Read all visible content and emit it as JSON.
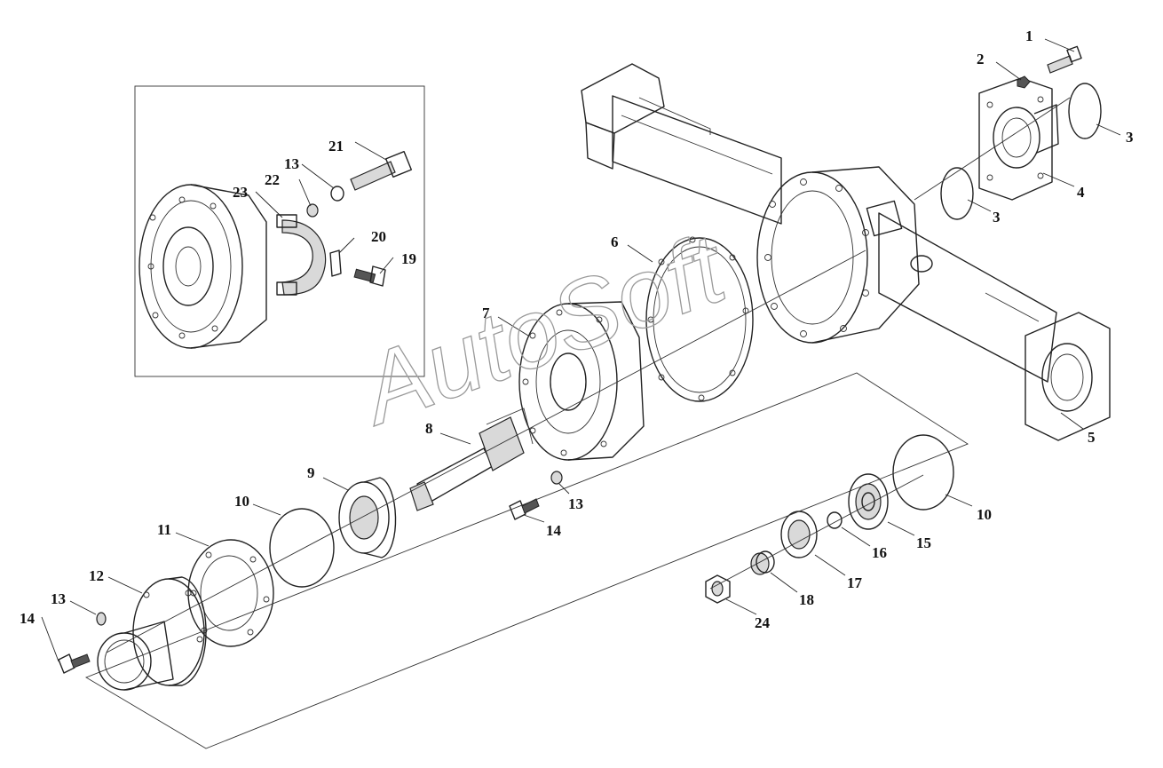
{
  "callouts": [
    {
      "id": "c1",
      "text": "1"
    },
    {
      "id": "c2",
      "text": "2"
    },
    {
      "id": "c3a",
      "text": "3"
    },
    {
      "id": "c3b",
      "text": "3"
    },
    {
      "id": "c4",
      "text": "4"
    },
    {
      "id": "c5",
      "text": "5"
    },
    {
      "id": "c6",
      "text": "6"
    },
    {
      "id": "c7",
      "text": "7"
    },
    {
      "id": "c8",
      "text": "8"
    },
    {
      "id": "c9",
      "text": "9"
    },
    {
      "id": "c10a",
      "text": "10"
    },
    {
      "id": "c10b",
      "text": "10"
    },
    {
      "id": "c11",
      "text": "11"
    },
    {
      "id": "c12",
      "text": "12"
    },
    {
      "id": "c13a",
      "text": "13"
    },
    {
      "id": "c13b",
      "text": "13"
    },
    {
      "id": "c13c",
      "text": "13"
    },
    {
      "id": "c14a",
      "text": "14"
    },
    {
      "id": "c14b",
      "text": "14"
    },
    {
      "id": "c15",
      "text": "15"
    },
    {
      "id": "c16",
      "text": "16"
    },
    {
      "id": "c17",
      "text": "17"
    },
    {
      "id": "c18",
      "text": "18"
    },
    {
      "id": "c19",
      "text": "19"
    },
    {
      "id": "c20",
      "text": "20"
    },
    {
      "id": "c21",
      "text": "21"
    },
    {
      "id": "c22",
      "text": "22"
    },
    {
      "id": "c23",
      "text": "23"
    },
    {
      "id": "c24",
      "text": "24"
    }
  ],
  "watermark": "AutoSoft",
  "colors": {
    "line": "#222222",
    "watermark": "#9a9a9a",
    "background": "#ffffff"
  }
}
